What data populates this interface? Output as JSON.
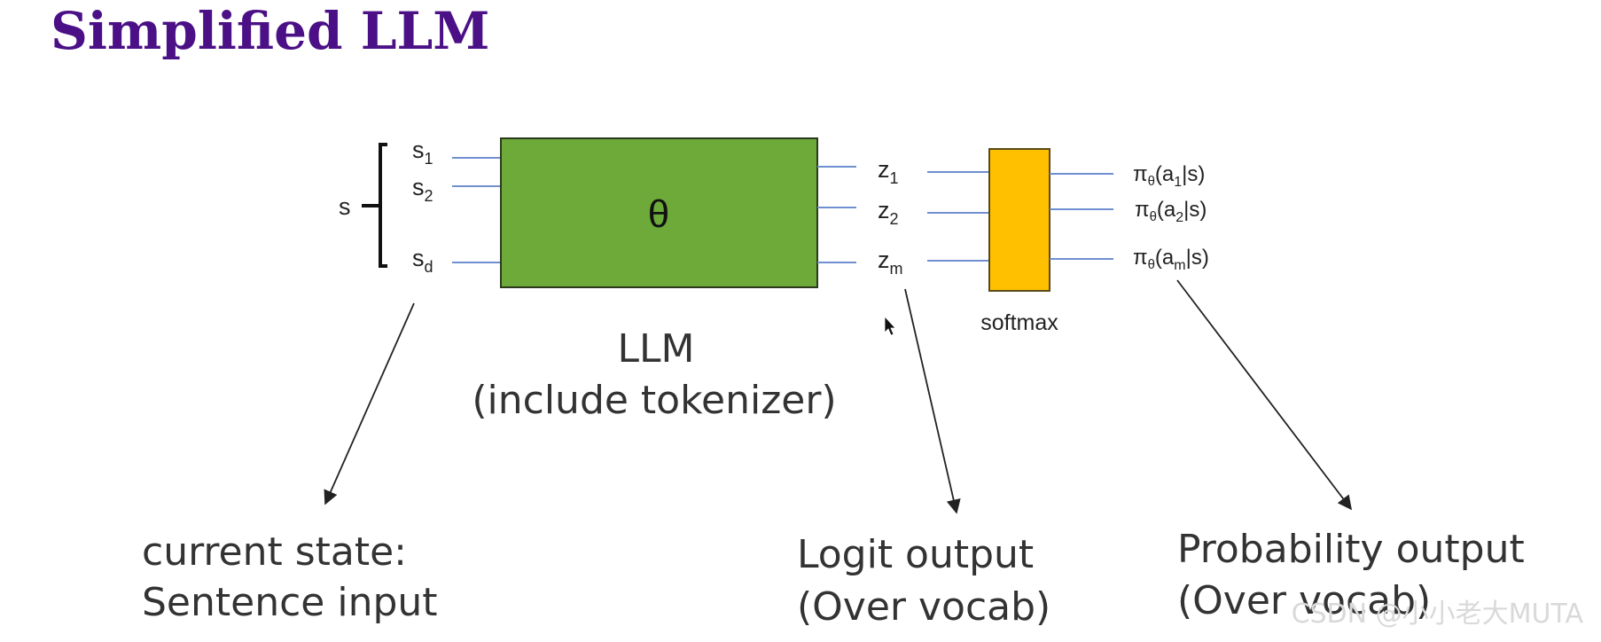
{
  "title": "Simplified LLM",
  "colors": {
    "title": "#4b0f86",
    "llm_box": "#6daa39",
    "softmax_box": "#ffc000",
    "wire": "#6f8fd0",
    "arrow": "#222222"
  },
  "state_group": "s",
  "inputs": [
    {
      "base": "s",
      "sub": "1"
    },
    {
      "base": "s",
      "sub": "2"
    },
    {
      "base": "s",
      "sub": "d"
    }
  ],
  "llm_box": {
    "symbol": "θ",
    "caption_line1": "LLM",
    "caption_line2": "(include tokenizer)"
  },
  "logits": [
    {
      "base": "z",
      "sub": "1"
    },
    {
      "base": "z",
      "sub": "2"
    },
    {
      "base": "z",
      "sub": "m"
    }
  ],
  "softmax_label": "softmax",
  "probs": [
    {
      "pre": "π",
      "theta": "θ",
      "mid": "(a",
      "sub": "1",
      "post": "|s)"
    },
    {
      "pre": "π",
      "theta": "θ",
      "mid": "(a",
      "sub": "2",
      "post": "|s)"
    },
    {
      "pre": "π",
      "theta": "θ",
      "mid": "(a",
      "sub": "m",
      "post": "|s)"
    }
  ],
  "annotations": {
    "state": {
      "line1": "current state:",
      "line2": "Sentence input"
    },
    "logit": {
      "line1": "Logit output",
      "line2": "(Over vocab)"
    },
    "prob": {
      "line1": "Probability output",
      "line2": "(Over vocab)"
    }
  },
  "watermark": "CSDN @小小老大MUTA",
  "cursor_icon": "mouse-pointer-icon"
}
